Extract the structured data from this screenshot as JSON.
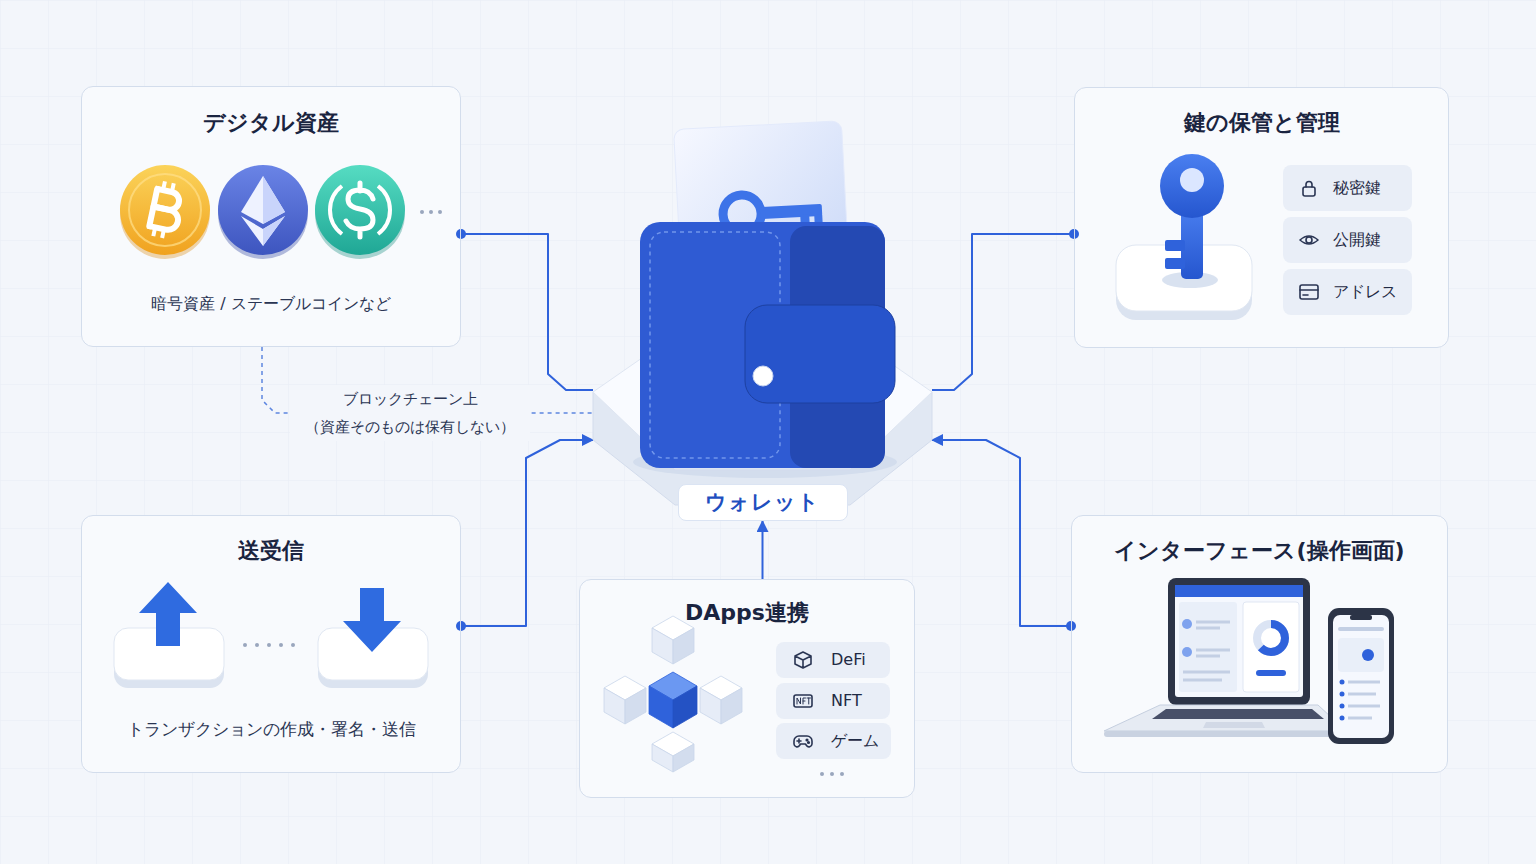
{
  "diagram": {
    "nodes": [
      {
        "text": [
          "デジタル資産",
          "暗号資産 / ステーブルコインなど"
        ]
      },
      {
        "text": [
          "鍵の保管と管理"
        ]
      },
      {
        "text": [
          "秘密鍵"
        ],
        "in": 1
      },
      {
        "text": [
          "公開鍵"
        ],
        "in": 1
      },
      {
        "text": [
          "アドレス"
        ],
        "in": 1
      },
      {
        "text": [
          "ウォレット"
        ]
      },
      {
        "text": [
          "送受信",
          "トランザクションの作成・署名・送信"
        ]
      },
      {
        "text": [
          "DApps連携"
        ]
      },
      {
        "text": [
          "DeFi"
        ],
        "in": 7
      },
      {
        "text": [
          "NFT"
        ],
        "in": 7
      },
      {
        "text": [
          "ゲーム"
        ],
        "in": 7
      },
      {
        "text": [
          "インターフェース(操作画面)"
        ]
      }
    ],
    "edges": [
      {
        "from": 0,
        "to": 5,
        "arrow": "none"
      },
      {
        "from": 0,
        "to": 5,
        "arrow": "none",
        "label": "ブロックチェーン上 （資産そのものは保有しない）"
      },
      {
        "from": 1,
        "to": 5,
        "arrow": "none"
      },
      {
        "from": 6,
        "to": 5,
        "arrow": "to"
      },
      {
        "from": 7,
        "to": 5,
        "arrow": "to"
      },
      {
        "from": 11,
        "to": 5,
        "arrow": "to"
      }
    ]
  }
}
